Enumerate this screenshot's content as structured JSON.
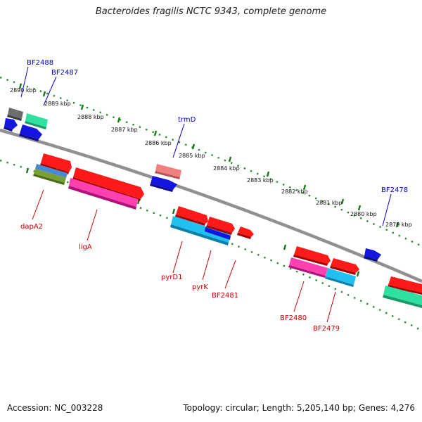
{
  "title": "Bacteroides fragilis NCTC 9343, complete genome",
  "footer": {
    "accession": "Accession: NC_003228",
    "summary": "Topology: circular; Length: 5,205,140 bp; Genes: 4,276"
  },
  "colors": {
    "backbone": "#888888",
    "tick_dots": "#2e8b2e",
    "label_forward": "#0000cc",
    "label_reverse": "#cc0000"
  },
  "scale": {
    "ticks": [
      "2890 kbp",
      "2889 kbp",
      "2888 kbp",
      "2887 kbp",
      "2886 kbp",
      "2885 kbp",
      "2884 kbp",
      "2883 kbp",
      "2882 kbp",
      "2881 kbp",
      "2880 kbp",
      "2879 kbp"
    ]
  },
  "gene_labels": {
    "BF2488": "BF2488",
    "BF2487": "BF2487",
    "trmD": "trmD",
    "BF2478": "BF2478",
    "dapA2": "dapA2",
    "ligA": "ligA",
    "pyrD1": "pyrD1",
    "pyrK": "pyrK",
    "BF2481": "BF2481",
    "BF2480": "BF2480",
    "BF2479": "BF2479"
  }
}
